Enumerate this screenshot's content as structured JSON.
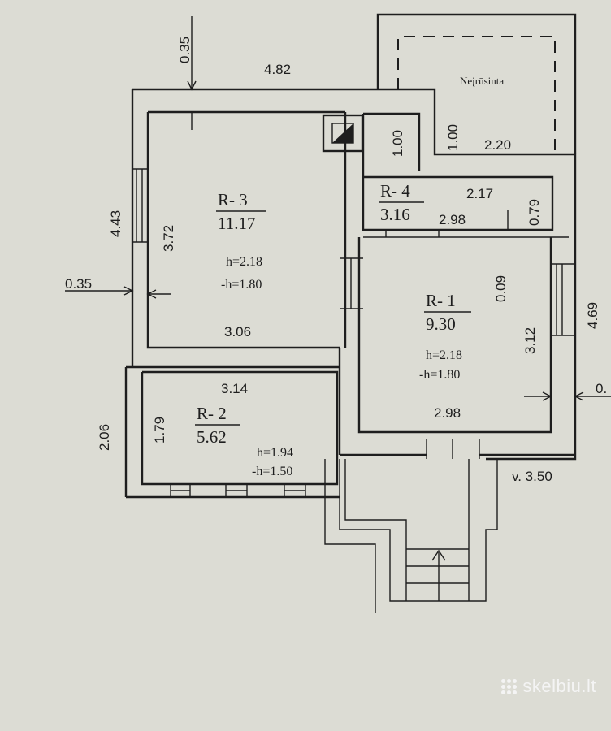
{
  "plan": {
    "outer_dims": {
      "top_width": "4.82",
      "top_offset": "0.35",
      "left_height": "4.43",
      "left_wall": "0.35",
      "left_lower_height": "2.06",
      "right_height": "4.69",
      "right_edge_cut": "0.",
      "level_mark": "v. 3.50"
    },
    "unbuilt": {
      "label": "Neįrūsinta",
      "width": "2.20",
      "depth": "1.00"
    },
    "rooms": [
      {
        "id": "R- 3",
        "area": "11.17",
        "h": "h=2.18",
        "neg_h": "-h=1.80",
        "height_dim": "3.72",
        "width_dim": "3.06"
      },
      {
        "id": "R- 4",
        "area": "3.16",
        "top_width": "2.17",
        "bottom_width": "2.98",
        "depth": "0.79",
        "left_dim": "1.00"
      },
      {
        "id": "R- 1",
        "area": "9.30",
        "h": "h=2.18",
        "neg_h": "-h=1.80",
        "height_dim": "3.12",
        "width_dim": "2.98",
        "inner_dim": "0.09"
      },
      {
        "id": "R- 2",
        "area": "5.62",
        "h": "h=1.94",
        "neg_h": "-h=1.50",
        "height_dim": "1.79",
        "width_dim": "3.14"
      }
    ]
  },
  "watermark": {
    "text": "skelbiu.lt"
  }
}
